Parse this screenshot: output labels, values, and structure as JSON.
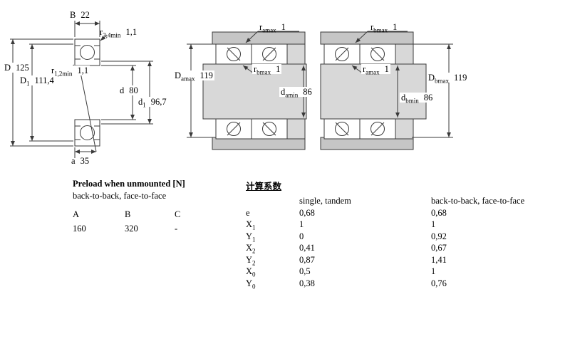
{
  "left_drawing": {
    "B": {
      "m": "B",
      "s": "",
      "v": "22"
    },
    "r34": {
      "m": "r",
      "s": "3,4min",
      "v": "1,1"
    },
    "D": {
      "m": "D",
      "s": "",
      "v": "125"
    },
    "D1": {
      "m": "D",
      "s": "1",
      "v": "111,4"
    },
    "r12": {
      "m": "r",
      "s": "1,2min",
      "v": "1,1"
    },
    "d": {
      "m": "d",
      "s": "",
      "v": "80"
    },
    "d1": {
      "m": "d",
      "s": "1",
      "v": "96,7"
    },
    "a": {
      "m": "a",
      "s": "",
      "v": "35"
    }
  },
  "arrangement_back_to_back": {
    "ra": {
      "m": "r",
      "s": "amax",
      "v": "1"
    },
    "Da": {
      "m": "D",
      "s": "amax",
      "v": "119"
    },
    "rb": {
      "m": "r",
      "s": "bmax",
      "v": "1"
    },
    "da": {
      "m": "d",
      "s": "amin",
      "v": "86"
    }
  },
  "arrangement_face_to_face": {
    "rb": {
      "m": "r",
      "s": "bmax",
      "v": "1"
    },
    "ra": {
      "m": "r",
      "s": "amax",
      "v": "1"
    },
    "Db": {
      "m": "D",
      "s": "bmax",
      "v": "119"
    },
    "db": {
      "m": "d",
      "s": "bmin",
      "v": "86"
    }
  },
  "preload_table": {
    "title": "Preload when unmounted [N]",
    "subtitle": "back-to-back, face-to-face",
    "headers": [
      "A",
      "B",
      "C"
    ],
    "values": [
      "160",
      "320",
      "-"
    ]
  },
  "factors_table": {
    "title": "计算系数",
    "col1": "single, tandem",
    "col2": "back-to-back, face-to-face",
    "rows": [
      {
        "m": "e",
        "s": "",
        "v1": "0,68",
        "v2": "0,68"
      },
      {
        "m": "X",
        "s": "1",
        "v1": "1",
        "v2": "1"
      },
      {
        "m": "Y",
        "s": "1",
        "v1": "0",
        "v2": "0,92"
      },
      {
        "m": "X",
        "s": "2",
        "v1": "0,41",
        "v2": "0,67"
      },
      {
        "m": "Y",
        "s": "2",
        "v1": "0,87",
        "v2": "1,41"
      },
      {
        "m": "X",
        "s": "0",
        "v1": "0,5",
        "v2": "1"
      },
      {
        "m": "Y",
        "s": "0",
        "v1": "0,38",
        "v2": "0,76"
      }
    ]
  }
}
